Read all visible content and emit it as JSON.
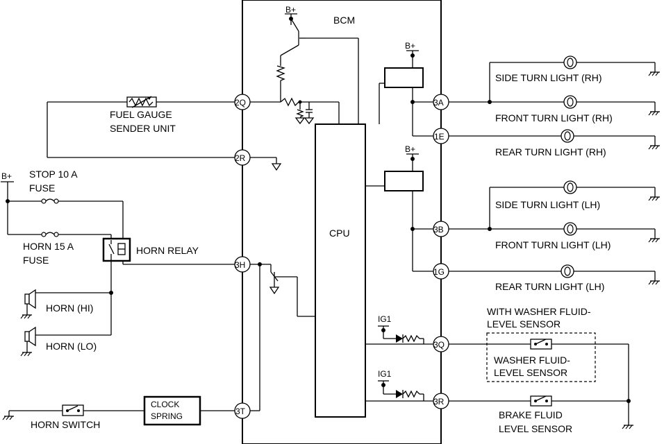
{
  "bcm": {
    "title": "BCM",
    "cpu": "CPU"
  },
  "power": {
    "bplus": "B+",
    "ig1": "IG1"
  },
  "terminals": {
    "t2q": "2Q",
    "t2r": "2R",
    "t3h": "3H",
    "t3t": "3T",
    "t3a": "3A",
    "t1e": "1E",
    "t3b": "3B",
    "t1g": "1G",
    "t3q": "3Q",
    "t3r": "3R"
  },
  "left": {
    "fuel_gauge_1": "FUEL GAUGE",
    "fuel_gauge_2": "SENDER UNIT",
    "stop_fuse_1": "STOP 10 A",
    "stop_fuse_2": "FUSE",
    "horn_fuse_1": "HORN 15 A",
    "horn_fuse_2": "FUSE",
    "horn_relay": "HORN RELAY",
    "horn_hi": "HORN (HI)",
    "horn_lo": "HORN (LO)",
    "clock_spring_1": "CLOCK",
    "clock_spring_2": "SPRING",
    "horn_switch": "HORN SWITCH"
  },
  "right": {
    "side_rh": "SIDE TURN LIGHT (RH)",
    "front_rh": "FRONT TURN LIGHT (RH)",
    "rear_rh": "REAR TURN LIGHT (RH)",
    "side_lh": "SIDE TURN LIGHT (LH)",
    "front_lh": "FRONT TURN LIGHT (LH)",
    "rear_lh": "REAR TURN LIGHT (LH)",
    "washer_note_1": "WITH WASHER FLUID-",
    "washer_note_2": "LEVEL SENSOR",
    "washer_sensor_1": "WASHER FLUID-",
    "washer_sensor_2": "LEVEL SENSOR",
    "brake_sensor_1": "BRAKE FLUID",
    "brake_sensor_2": "LEVEL SENSOR"
  }
}
